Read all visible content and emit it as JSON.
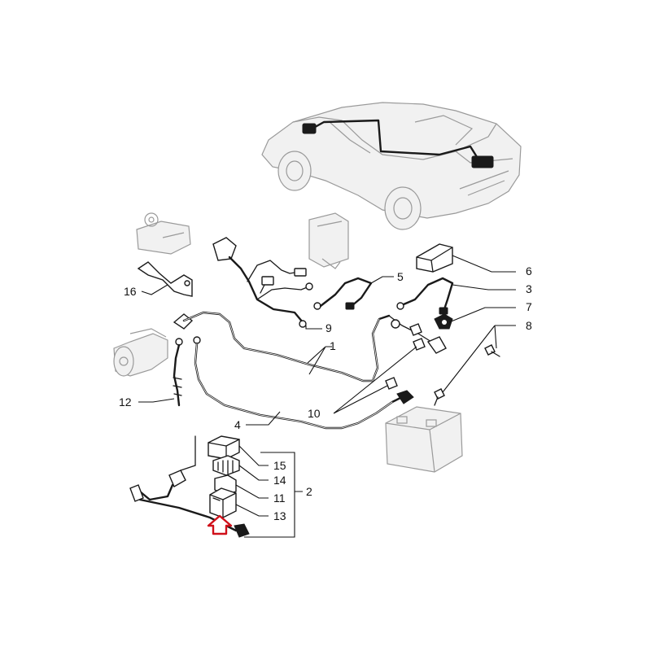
{
  "labels": {
    "l1": "1",
    "l2": "2",
    "l3": "3",
    "l4": "4",
    "l5": "5",
    "l6": "6",
    "l7": "7",
    "l8": "8",
    "l9": "9",
    "l10": "10",
    "l11": "11",
    "l12": "12",
    "l13": "13",
    "l14": "14",
    "l15": "15",
    "l16": "16"
  },
  "colors": {
    "line": "#1a1a1a",
    "ghost": "#9a9a9a",
    "arrow": "#d0101a"
  },
  "icons": {
    "highlight": "arrow-up-icon"
  }
}
